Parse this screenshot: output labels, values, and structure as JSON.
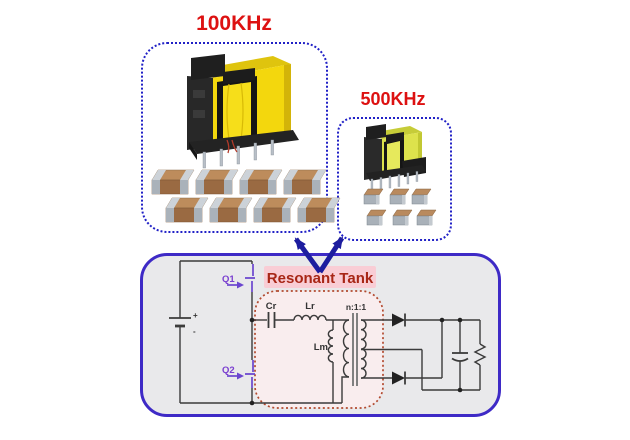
{
  "figure": {
    "panel_100khz": {
      "title": "100KHz",
      "capacitor_count": 8,
      "capacitor_rows": [
        4,
        4
      ]
    },
    "panel_500khz": {
      "title": "500KHz",
      "capacitor_count": 6,
      "capacitor_rows": [
        3,
        3
      ]
    },
    "circuit": {
      "tank_label": "Resonant Tank",
      "q1": "Q1",
      "q2": "Q2",
      "cr": "Cr",
      "lr": "Lr",
      "lm": "Lm",
      "turns_ratio": "n:1:1",
      "battery_plus": "+",
      "battery_minus": "-"
    },
    "colors": {
      "title_red": "#dd1111",
      "dashed_box_blue": "#2121c6",
      "circuit_border_blue": "#3e2ac6",
      "circuit_fill": "#e9e9eb",
      "tank_text_red": "#a82616",
      "tank_outline_red": "#b2492e",
      "tank_fill_pink": "#f9edee",
      "tank_label_highlight": "#f9cdd5",
      "mosfet_purple": "#6b46cf",
      "arrow_navy": "#1d1d9f",
      "transformer_yellow": "#f3d70d",
      "transformer_small_yellow": "#dde24c",
      "capacitor_brown": "#9a6a42",
      "capacitor_silver": "#aab2ba"
    }
  }
}
